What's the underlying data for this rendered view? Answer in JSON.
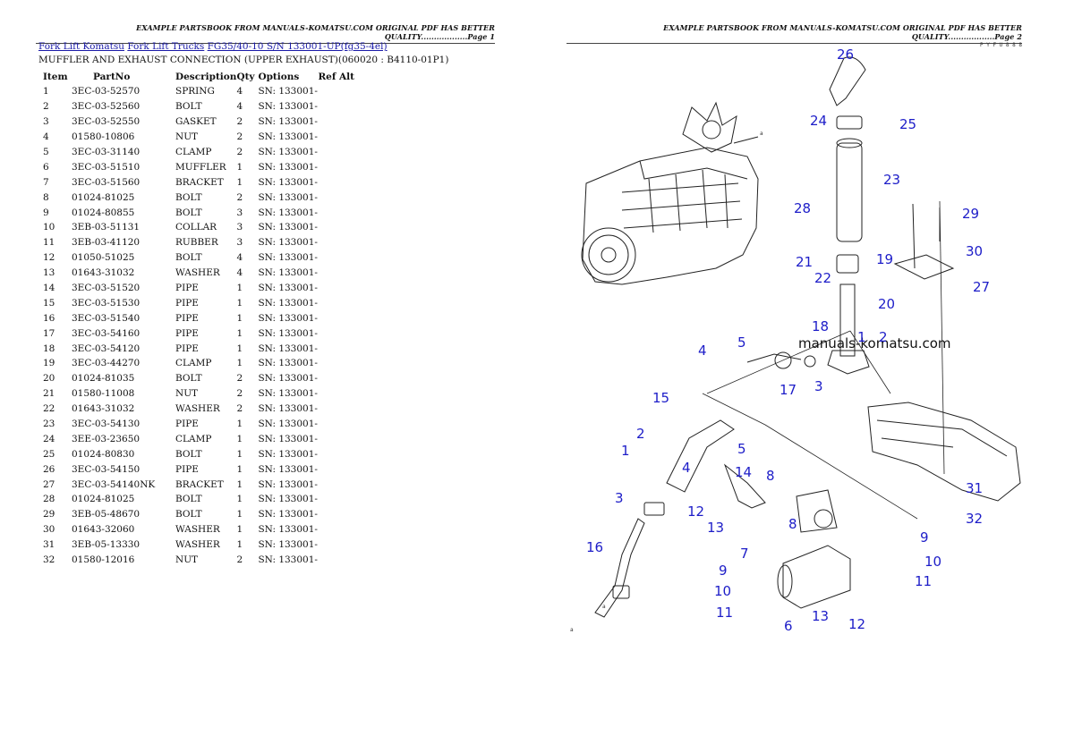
{
  "left_page": {
    "header": "EXAMPLE PARTSBOOK FROM MANUALS-KOMATSU.COM ORIGINAL PDF HAS BETTER QUALITY..................Page 1",
    "breadcrumbs": [
      "Fork Lift Komatsu",
      "Fork Lift Trucks",
      "FG35/40-10 S/N 133001-UP(fg35-4el)"
    ],
    "subtitle": "MUFFLER AND EXHAUST CONNECTION (UPPER EXHAUST)(060020 : B4110-01P1)",
    "columns": [
      "Item",
      "PartNo",
      "Description",
      "Qty",
      "Options",
      "Ref Alt"
    ],
    "rows": [
      [
        "1",
        "3EC-03-52570",
        "SPRING",
        "4",
        "SN: 133001-",
        ""
      ],
      [
        "2",
        "3EC-03-52560",
        "BOLT",
        "4",
        "SN: 133001-",
        ""
      ],
      [
        "3",
        "3EC-03-52550",
        "GASKET",
        "2",
        "SN: 133001-",
        ""
      ],
      [
        "4",
        "01580-10806",
        "NUT",
        "2",
        "SN: 133001-",
        ""
      ],
      [
        "5",
        "3EC-03-31140",
        "CLAMP",
        "2",
        "SN: 133001-",
        ""
      ],
      [
        "6",
        "3EC-03-51510",
        "MUFFLER",
        "1",
        "SN: 133001-",
        ""
      ],
      [
        "7",
        "3EC-03-51560",
        "BRACKET",
        "1",
        "SN: 133001-",
        ""
      ],
      [
        "8",
        "01024-81025",
        "BOLT",
        "2",
        "SN: 133001-",
        ""
      ],
      [
        "9",
        "01024-80855",
        "BOLT",
        "3",
        "SN: 133001-",
        ""
      ],
      [
        "10",
        "3EB-03-51131",
        "COLLAR",
        "3",
        "SN: 133001-",
        ""
      ],
      [
        "11",
        "3EB-03-41120",
        "RUBBER",
        "3",
        "SN: 133001-",
        ""
      ],
      [
        "12",
        "01050-51025",
        "BOLT",
        "4",
        "SN: 133001-",
        ""
      ],
      [
        "13",
        "01643-31032",
        "WASHER",
        "4",
        "SN: 133001-",
        ""
      ],
      [
        "14",
        "3EC-03-51520",
        "PIPE",
        "1",
        "SN: 133001-",
        ""
      ],
      [
        "15",
        "3EC-03-51530",
        "PIPE",
        "1",
        "SN: 133001-",
        ""
      ],
      [
        "16",
        "3EC-03-51540",
        "PIPE",
        "1",
        "SN: 133001-",
        ""
      ],
      [
        "17",
        "3EC-03-54160",
        "PIPE",
        "1",
        "SN: 133001-",
        ""
      ],
      [
        "18",
        "3EC-03-54120",
        "PIPE",
        "1",
        "SN: 133001-",
        ""
      ],
      [
        "19",
        "3EC-03-44270",
        "CLAMP",
        "1",
        "SN: 133001-",
        ""
      ],
      [
        "20",
        "01024-81035",
        "BOLT",
        "2",
        "SN: 133001-",
        ""
      ],
      [
        "21",
        "01580-11008",
        "NUT",
        "2",
        "SN: 133001-",
        ""
      ],
      [
        "22",
        "01643-31032",
        "WASHER",
        "2",
        "SN: 133001-",
        ""
      ],
      [
        "23",
        "3EC-03-54130",
        "PIPE",
        "1",
        "SN: 133001-",
        ""
      ],
      [
        "24",
        "3EE-03-23650",
        "CLAMP",
        "1",
        "SN: 133001-",
        ""
      ],
      [
        "25",
        "01024-80830",
        "BOLT",
        "1",
        "SN: 133001-",
        ""
      ],
      [
        "26",
        "3EC-03-54150",
        "PIPE",
        "1",
        "SN: 133001-",
        ""
      ],
      [
        "27",
        "3EC-03-54140NK",
        "BRACKET",
        "1",
        "SN: 133001-",
        ""
      ],
      [
        "28",
        "01024-81025",
        "BOLT",
        "1",
        "SN: 133001-",
        ""
      ],
      [
        "29",
        "3EB-05-48670",
        "BOLT",
        "1",
        "SN: 133001-",
        ""
      ],
      [
        "30",
        "01643-32060",
        "WASHER",
        "1",
        "SN: 133001-",
        ""
      ],
      [
        "31",
        "3EB-05-13330",
        "WASHER",
        "1",
        "SN: 133001-",
        ""
      ],
      [
        "32",
        "01580-12016",
        "NUT",
        "2",
        "SN: 133001-",
        ""
      ]
    ]
  },
  "right_page": {
    "header": "EXAMPLE PARTSBOOK FROM MANUALS-KOMATSU.COM ORIGINAL PDF HAS BETTER QUALITY..................Page 2",
    "diagram_code": "P Y F U 8 8 8",
    "watermark": "manuals-komatsu.com",
    "callout_color": "#1d1dc8",
    "callouts": [
      "26",
      "24",
      "25",
      "23",
      "28",
      "29",
      "30",
      "21",
      "19",
      "22",
      "27",
      "20",
      "18",
      "1",
      "2",
      "4",
      "5",
      "17",
      "3",
      "15",
      "2",
      "1",
      "5",
      "4",
      "14",
      "8",
      "3",
      "12",
      "13",
      "7",
      "16",
      "8",
      "9",
      "10",
      "11",
      "9",
      "10",
      "11",
      "6",
      "13",
      "12",
      "31",
      "32"
    ],
    "small_labels": [
      "a",
      "a",
      "a"
    ]
  }
}
